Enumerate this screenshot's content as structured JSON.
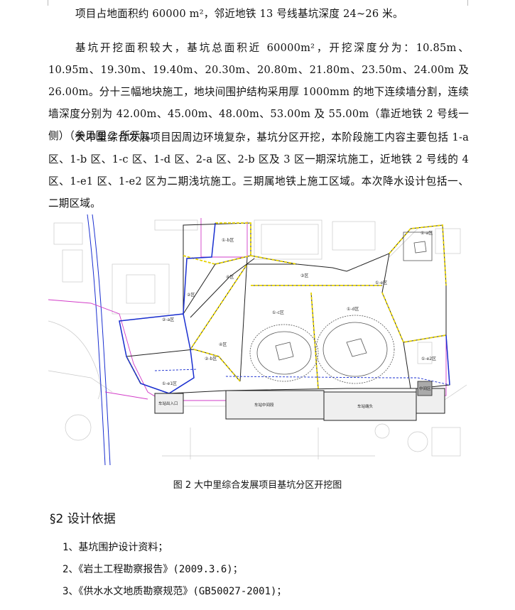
{
  "paragraphs": {
    "p1_indent": "项目占地面积约 60000 m²，邻近地铁 13 号线基坑深度 24~26 米。",
    "p2": "基坑开挖面积较大，基坑总面积近 60000m²，开挖深度分为：10.85m、10.95m、19.30m、19.40m、20.30m、20.80m、21.80m、23.50m、24.00m 及 26.00m。分十三幅地块施工，地块间围护结构采用厚 1000mm 的地下连续墙分割，连续墙深度分别为 42.00m、45.00m、48.00m、53.00m 及 55.00m（靠近地铁 2 号线一侧）（参见图 2 所示）。",
    "p3": "大中里综合发展项目因周边环境复杂，基坑分区开挖，本阶段施工内容主要包括 1-a 区、1-b 区、1-c 区、1-d 区、2-a 区、2-b 区及 3 区一期深坑施工，近地铁 2 号线的 4 区、1-e1 区、1-e2 区为二期浅坑施工。三期属地铁上施工区域。本次降水设计包括一、二期区域。"
  },
  "figure": {
    "caption": "图 2 大中里综合发展项目基坑分区开挖图",
    "zone_labels": {
      "z1b": "①-b区",
      "z1a": "①-a区",
      "z1c": "①-c区",
      "z1d": "①-d区",
      "z2a": "②-a区",
      "z2b": "②-b区",
      "z3": "③区",
      "z4": "④区",
      "z1e1": "①-e1区",
      "z1e2": "①-e2区",
      "zA": "②区",
      "zB": "④区",
      "zC": "①-e区"
    },
    "station_labels": {
      "s1": "车站出入口",
      "s2": "车站中间段",
      "s3": "车站端头",
      "s4": "中间区"
    },
    "colors": {
      "pit_outline": "#222222",
      "support_yellow": "#e6d200",
      "diaphragm_wall": "#1a2fd0",
      "boundary_magenta": "#d23cc8",
      "metro_line": "#1a2fd0",
      "background_plan": "#c8c8c8"
    }
  },
  "section": {
    "heading": "§2 设计依据"
  },
  "references": [
    "1、基坑围护设计资料；",
    "2、《岩土工程勘察报告》(2009.3.6)；",
    "3、《供水水文地质勘察规范》(GB50027-2001)；"
  ]
}
